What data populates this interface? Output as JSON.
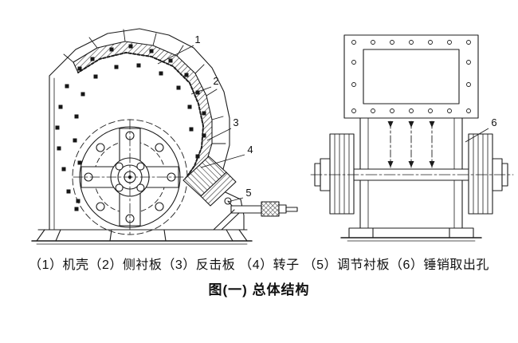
{
  "figure": {
    "caption_legend": "（1）机壳（2）侧衬板（3）反击板 （4）转子 （5）调节衬板（6）锤销取出孔",
    "caption_title": "图(一)  总体结构"
  },
  "callouts": {
    "c1": "1",
    "c2": "2",
    "c3": "3",
    "c4": "4",
    "c5": "5",
    "6": "6",
    "c6": "6"
  },
  "colors": {
    "ink": "#1c1c1c",
    "paper": "#ffffff"
  }
}
